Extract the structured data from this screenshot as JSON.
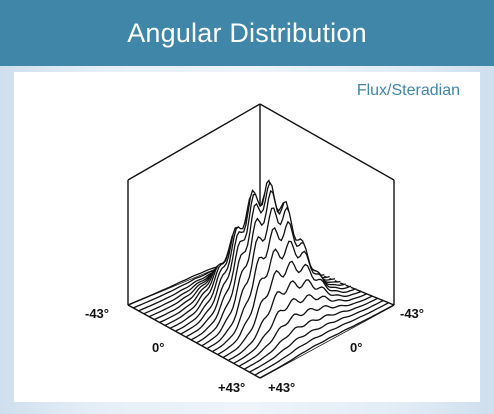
{
  "header": {
    "title": "Angular Distribution"
  },
  "chart_data": {
    "type": "surface-waterfall",
    "title": "Angular Distribution",
    "zlabel": "Flux/Steradian",
    "x_axis": {
      "ticks": [
        "-43°",
        "0°",
        "+43°"
      ],
      "range": [
        -43,
        43
      ]
    },
    "y_axis": {
      "ticks": [
        "+43°",
        "0°",
        "-43°"
      ],
      "range": [
        -43,
        43
      ]
    },
    "grid": false,
    "note": "3D waterfall plot of flux per steradian over two angular axes; peak near center (~0°,0°)."
  },
  "colors": {
    "header_bg": "#3f86a8",
    "accent_text": "#3f86a8",
    "lines": "#111111"
  }
}
